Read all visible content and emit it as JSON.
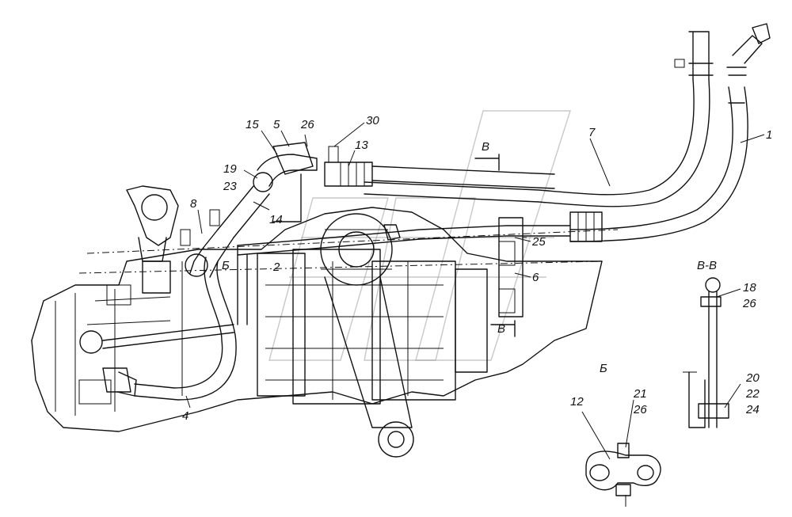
{
  "labels": {
    "l1": "1",
    "l2": "2",
    "l4": "4",
    "l5": "5",
    "l6": "6",
    "l7": "7",
    "l8": "8",
    "l12": "12",
    "l13": "13",
    "l14": "14",
    "l15": "15",
    "l1823": "19",
    "l23": "23",
    "l25": "25",
    "l26a": "26",
    "l30": "30",
    "l18": "18",
    "l26b": "26",
    "l20": "20",
    "l22": "22",
    "l24": "24",
    "l21": "21",
    "l26c": "26"
  },
  "section": {
    "title": "В-В",
    "mark_top": "В",
    "mark_bottom": "В",
    "view_b": "Б",
    "view_b_small": "Б"
  }
}
